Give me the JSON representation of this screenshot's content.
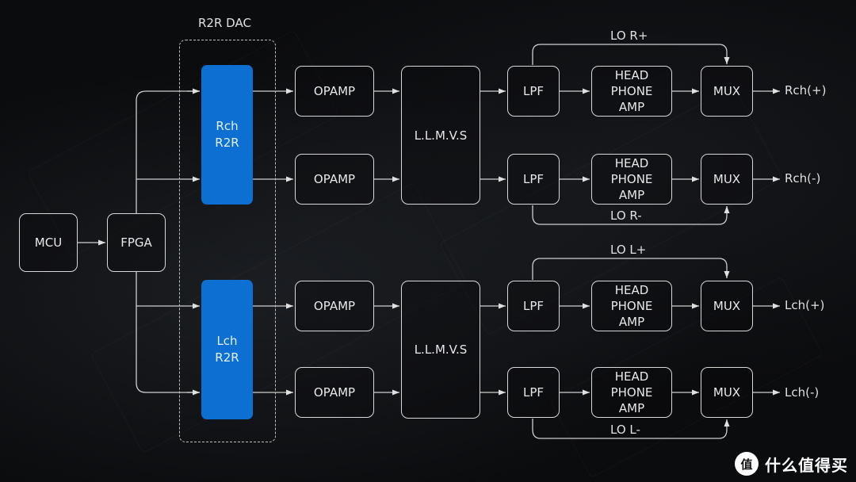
{
  "diagram": {
    "dac_group_label": "R2R DAC",
    "mcu": "MCU",
    "fpga": "FPGA",
    "rch_r2r": [
      "Rch",
      "R2R"
    ],
    "lch_r2r": [
      "Lch",
      "R2R"
    ],
    "opamp": "OPAMP",
    "llmvs": "L.L.M.V.S",
    "lpf": "LPF",
    "headphone_amp": [
      "HEAD",
      "PHONE",
      "AMP"
    ],
    "mux": "MUX",
    "outputs": [
      "Rch(+)",
      "Rch(-)",
      "Lch(+)",
      "Lch(-)"
    ],
    "line_out_labels": [
      "LO R+",
      "LO R-",
      "LO L+",
      "LO L-"
    ]
  },
  "watermark": {
    "logo_glyph": "值",
    "text": "什么值得买"
  },
  "colors": {
    "background": "#0b0c0e",
    "block_border": "#d8d8d8",
    "r2r_fill": "#0d6fd1",
    "wire": "#cfcfcf"
  }
}
